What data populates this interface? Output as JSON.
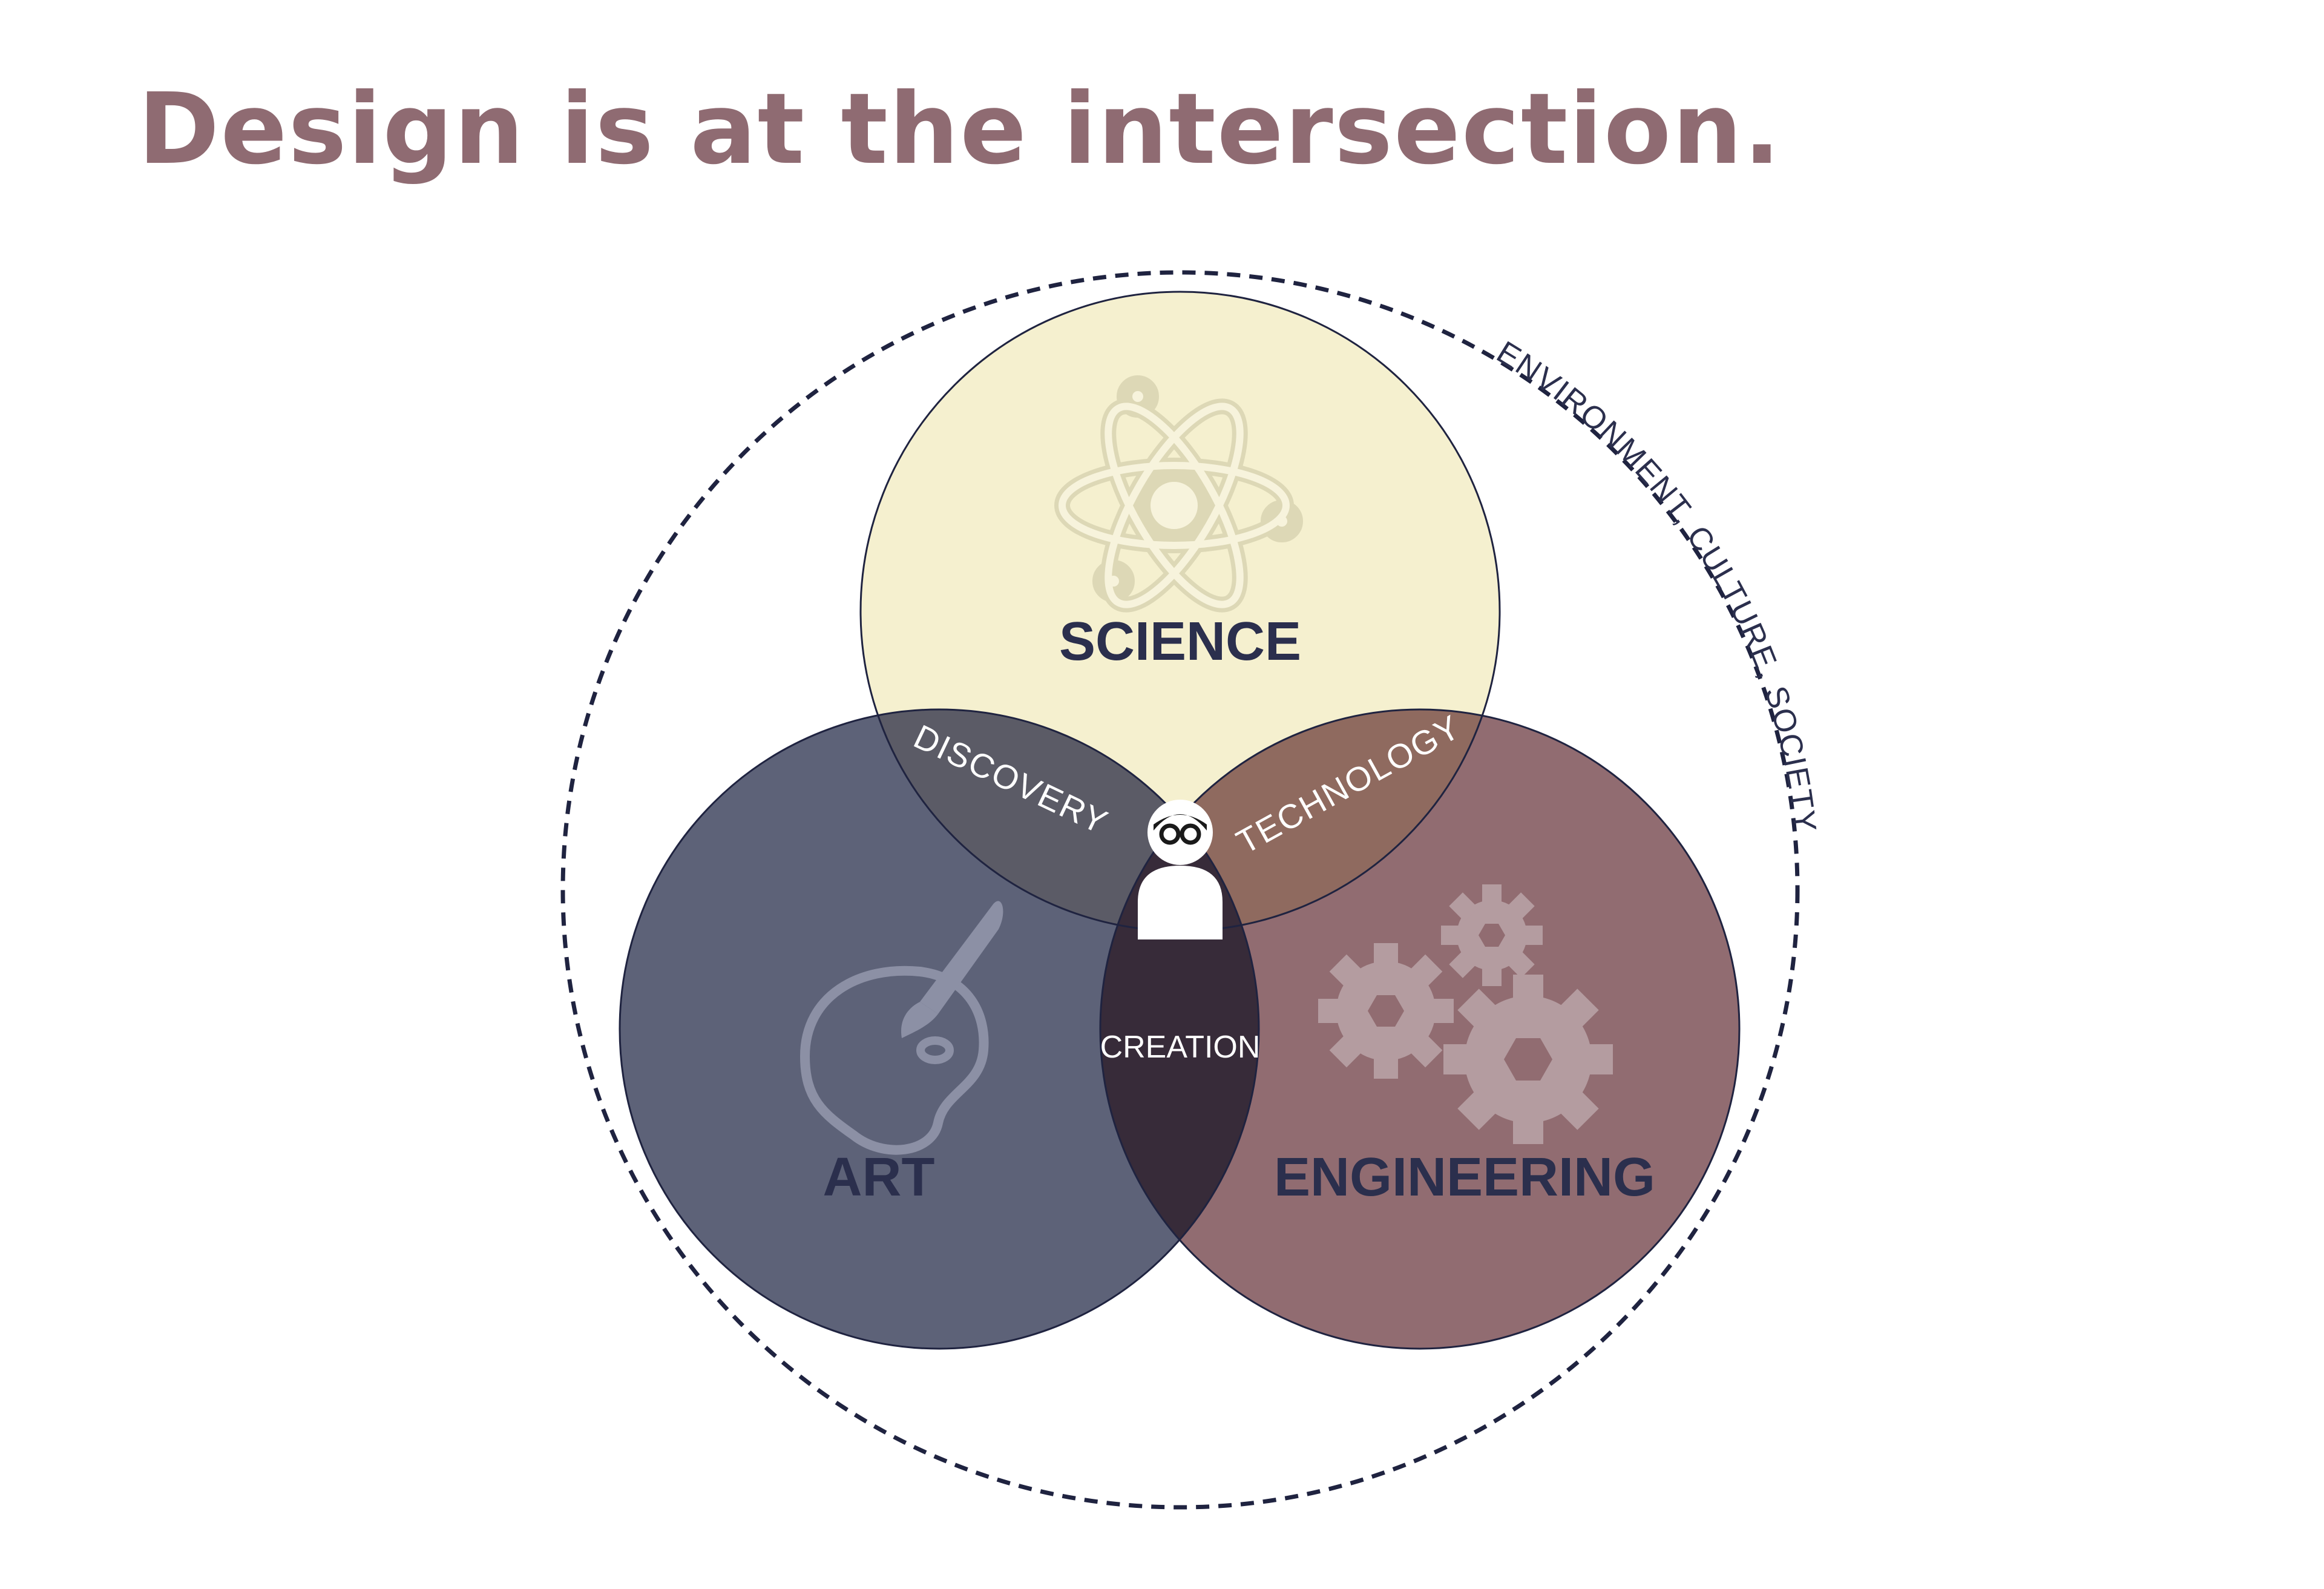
{
  "title": "Design is at the intersection.",
  "outer_ring_label": "ENVIRONMENT, CULTURE, SOCIETY",
  "circles": {
    "science": {
      "label": "SCIENCE",
      "icon": "atom-icon",
      "color": "#f5f0cf"
    },
    "art": {
      "label": "ART",
      "icon": "palette-brush-icon",
      "color": "#5d6278"
    },
    "engineering": {
      "label": "ENGINEERING",
      "icon": "gears-icon",
      "color": "#916c71"
    }
  },
  "intersections": {
    "science_art": "DISCOVERY",
    "science_engineering": "TECHNOLOGY",
    "art_engineering": "CREATION"
  },
  "center_icon": "designer-person-icon",
  "colors": {
    "title": "#8f6b72",
    "label_dark": "#2b2f4d",
    "label_light": "#ffffff",
    "outline": "#1f2340",
    "discovery": "#5b5b66",
    "technology": "#8f6a5f",
    "creation": "#372b39"
  }
}
